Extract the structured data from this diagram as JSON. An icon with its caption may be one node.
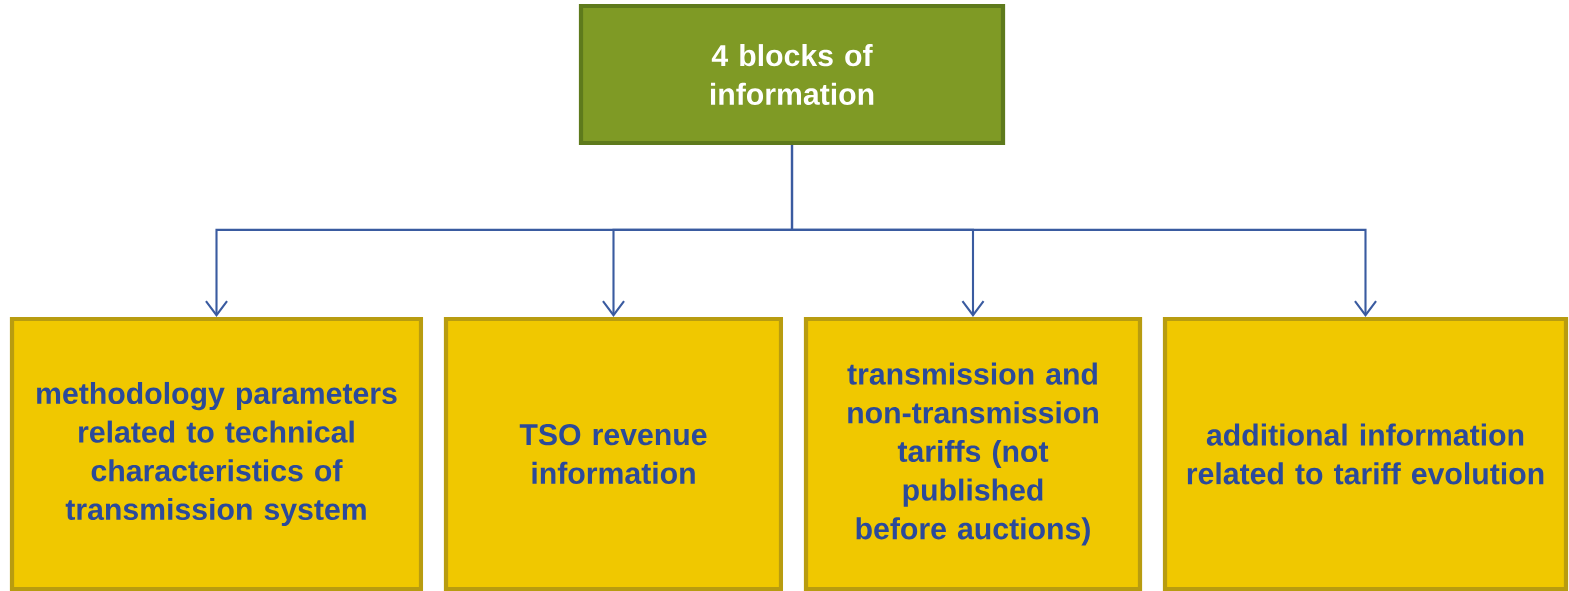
{
  "diagram": {
    "nodes": [
      {
        "text": [
          "4 blocks of information"
        ]
      },
      {
        "text": [
          "methodology parameters related to technical characteristics of transmission system"
        ]
      },
      {
        "text": [
          "TSO revenue information"
        ]
      },
      {
        "text": [
          "transmission and non-transmission tariffs (not published before auctions)"
        ]
      },
      {
        "text": [
          "additional information related to tariff evolution"
        ]
      }
    ],
    "edges": [
      {
        "from": 0,
        "to": 1,
        "arrow": "to"
      },
      {
        "from": 0,
        "to": 2,
        "arrow": "to"
      },
      {
        "from": 0,
        "to": 3,
        "arrow": "to"
      },
      {
        "from": 0,
        "to": 4,
        "arrow": "to"
      }
    ]
  }
}
